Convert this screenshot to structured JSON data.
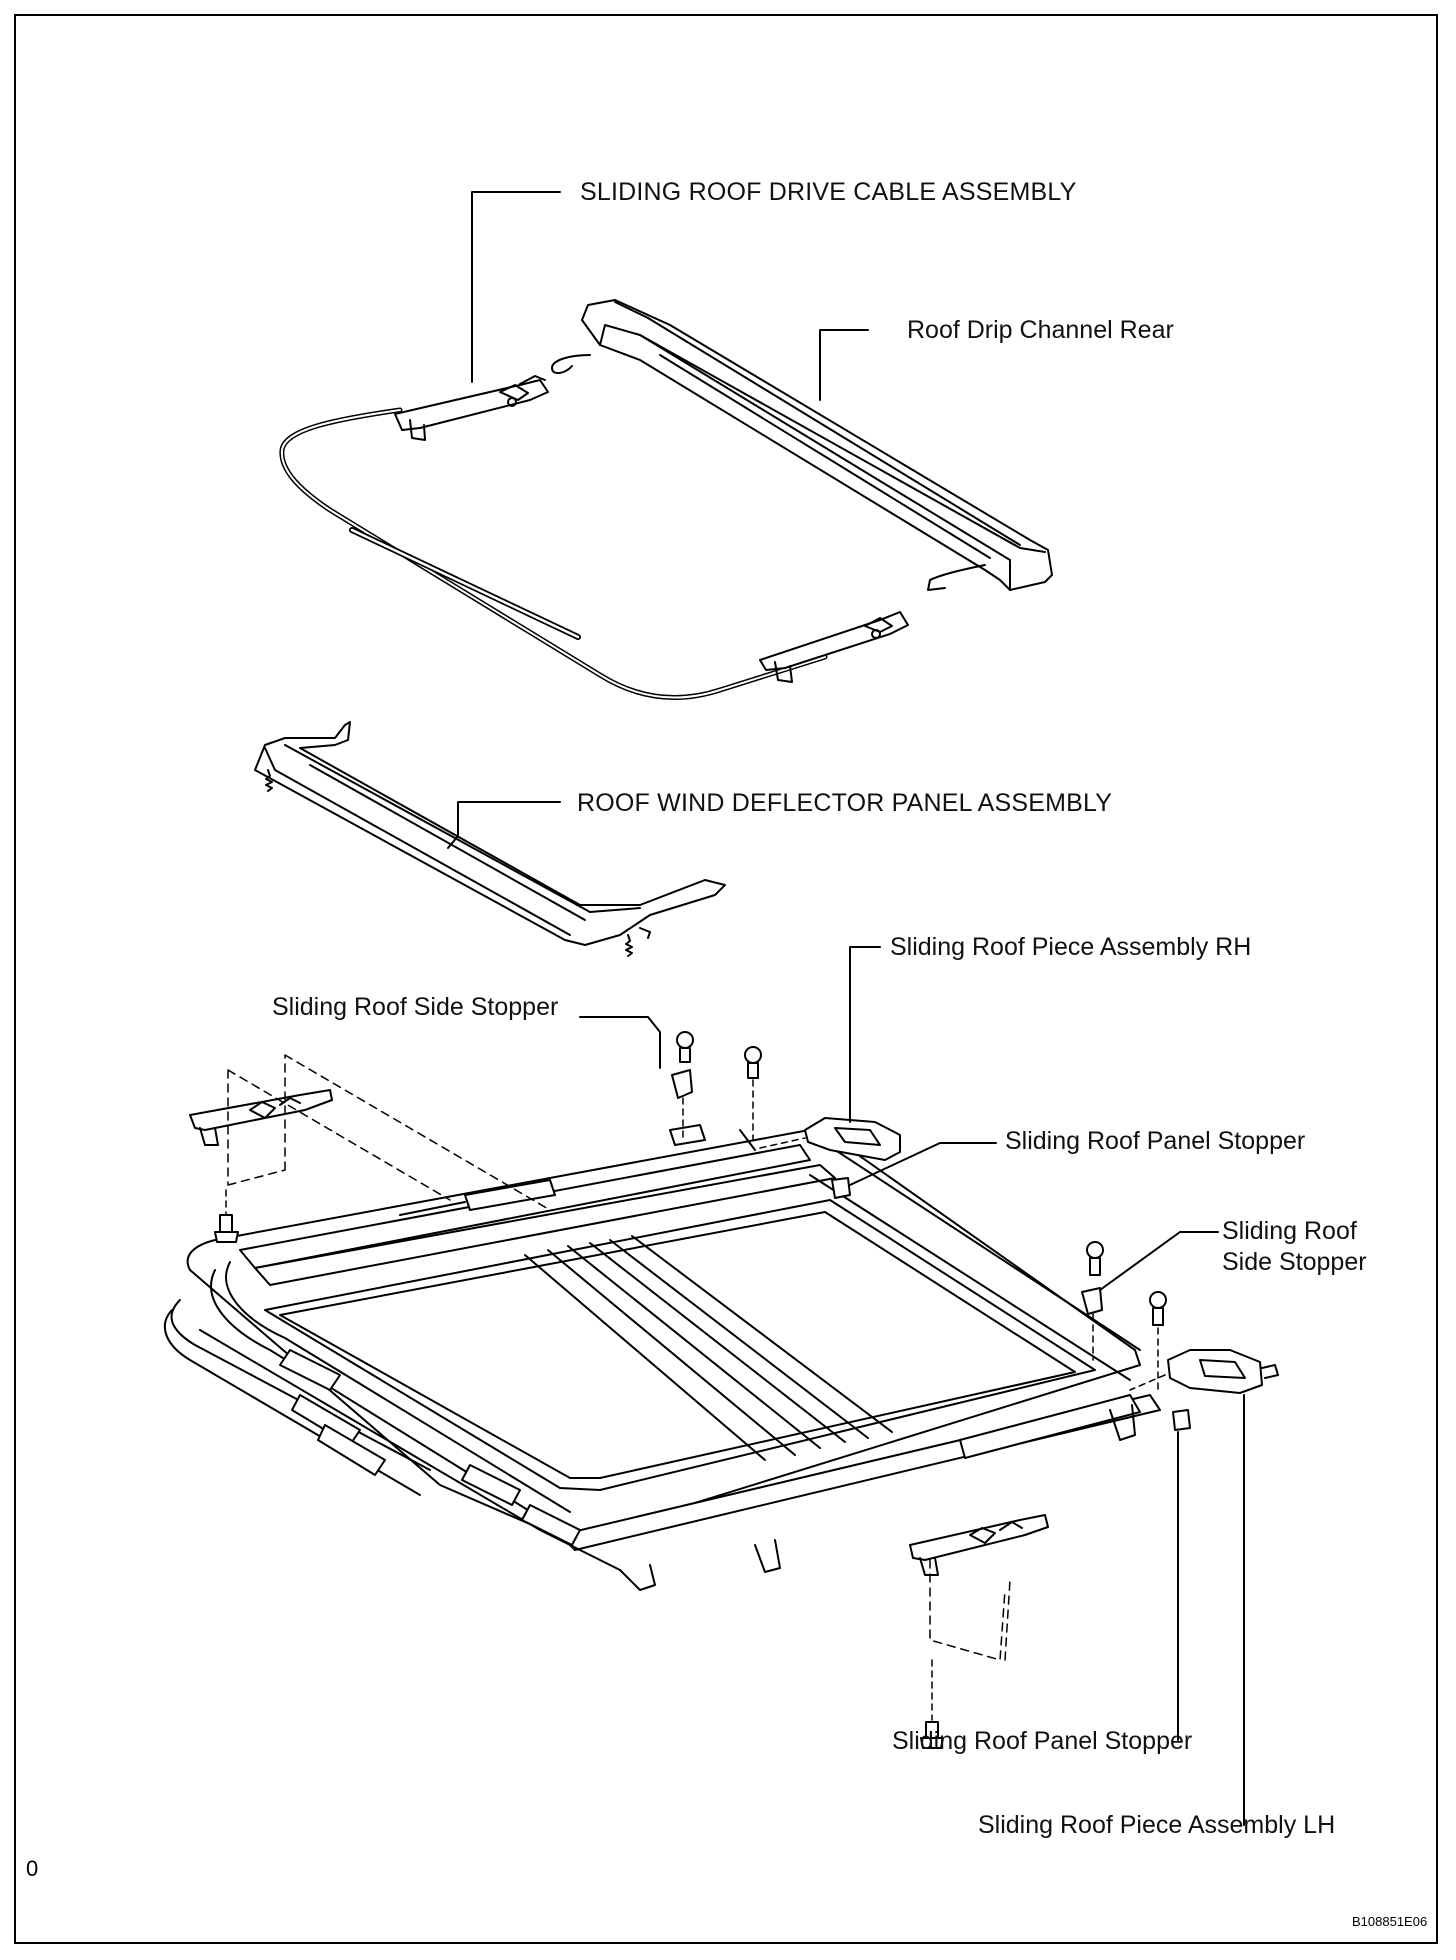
{
  "labels": {
    "drive_cable": "SLIDING ROOF DRIVE CABLE ASSEMBLY",
    "drip_channel_rear": "Roof Drip Channel Rear",
    "wind_deflector": "ROOF WIND DEFLECTOR PANEL ASSEMBLY",
    "piece_assembly_rh": "Sliding Roof Piece Assembly RH",
    "side_stopper_left": "Sliding Roof Side Stopper",
    "panel_stopper_upper": "Sliding Roof Panel Stopper",
    "side_stopper_right": "Sliding Roof\nSide Stopper",
    "panel_stopper_lower": "Sliding Roof Panel Stopper",
    "piece_assembly_lh": "Sliding Roof Piece Assembly LH"
  },
  "corner_mark": "0",
  "figure_code": "B108851E06"
}
